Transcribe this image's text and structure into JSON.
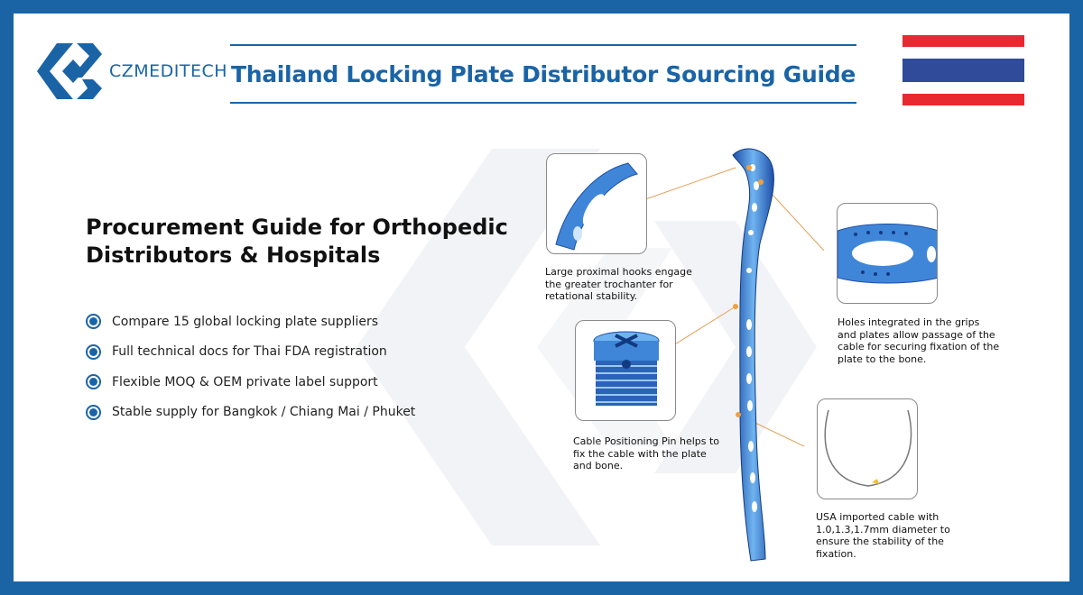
{
  "brand": {
    "name": "CZMEDITECH",
    "color": "#1a64a6"
  },
  "title": "Thailand Locking Plate Distributor Sourcing Guide",
  "flag": {
    "icon": "thailand-flag-icon",
    "stripes": [
      "#e8292f",
      "#ffffff",
      "#2f4b9a",
      "#ffffff",
      "#e8292f"
    ]
  },
  "heading": {
    "line1": "Procurement Guide for Orthopedic",
    "line2": "Distributors & Hospitals"
  },
  "bullets": [
    "Compare 15 global locking plate suppliers",
    "Full technical docs for Thai FDA registration",
    "Flexible MOQ & OEM private label support",
    "Stable supply for Bangkok / Chiang Mai / Phuket"
  ],
  "captions": {
    "hooks": "Large proximal hooks engage the greater trochanter for retational stability.",
    "holes": "Holes integrated in the grips and plates allow passage of the cable for securing fixation of the plate to the bone.",
    "pin": "Cable Positioning Pin helps to fix the cable with the plate and bone.",
    "cable": "USA imported cable with 1.0,1.3,1.7mm diameter to ensure the stability of the fixation."
  }
}
